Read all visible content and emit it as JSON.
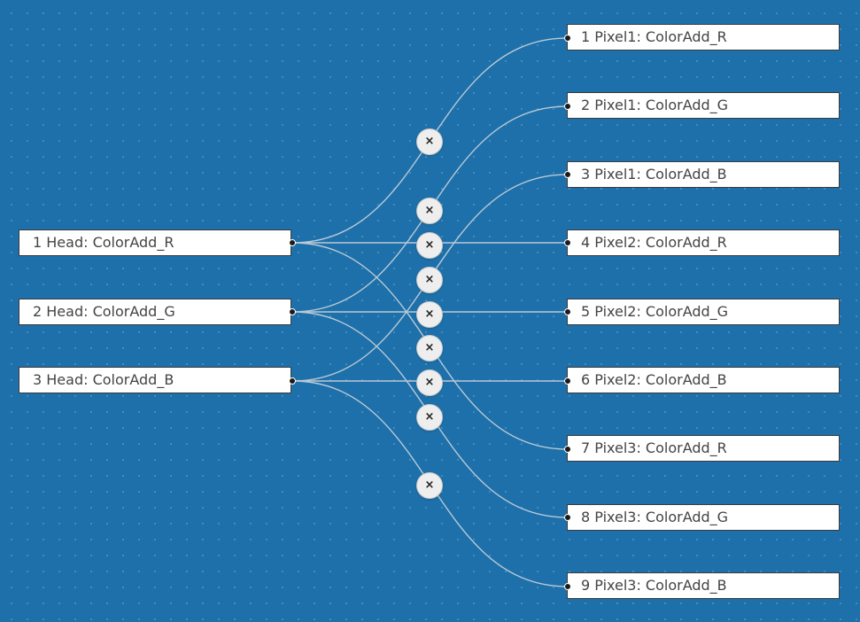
{
  "colors": {
    "canvas_background": "#1d70aa",
    "node_background": "#ffffff",
    "node_text": "#444444",
    "link_stroke": "#b9c9d6",
    "remove_button_background": "#eeeeee"
  },
  "source_nodes": [
    {
      "label": "1 Head: ColorAdd_R"
    },
    {
      "label": "2 Head: ColorAdd_G"
    },
    {
      "label": "3 Head: ColorAdd_B"
    }
  ],
  "target_nodes": [
    {
      "label": "1 Pixel1: ColorAdd_R"
    },
    {
      "label": "2 Pixel1: ColorAdd_G"
    },
    {
      "label": "3 Pixel1: ColorAdd_B"
    },
    {
      "label": "4 Pixel2: ColorAdd_R"
    },
    {
      "label": "5 Pixel2: ColorAdd_G"
    },
    {
      "label": "6 Pixel2: ColorAdd_B"
    },
    {
      "label": "7 Pixel3: ColorAdd_R"
    },
    {
      "label": "8 Pixel3: ColorAdd_G"
    },
    {
      "label": "9 Pixel3: ColorAdd_B"
    }
  ],
  "links": [
    {
      "from": 0,
      "to": 0
    },
    {
      "from": 0,
      "to": 3
    },
    {
      "from": 0,
      "to": 6
    },
    {
      "from": 1,
      "to": 1
    },
    {
      "from": 1,
      "to": 4
    },
    {
      "from": 1,
      "to": 7
    },
    {
      "from": 2,
      "to": 2
    },
    {
      "from": 2,
      "to": 5
    },
    {
      "from": 2,
      "to": 8
    }
  ],
  "remove_button": {
    "glyph": "×"
  },
  "icons": {
    "remove": "close-icon",
    "port": "connector-dot-icon"
  }
}
